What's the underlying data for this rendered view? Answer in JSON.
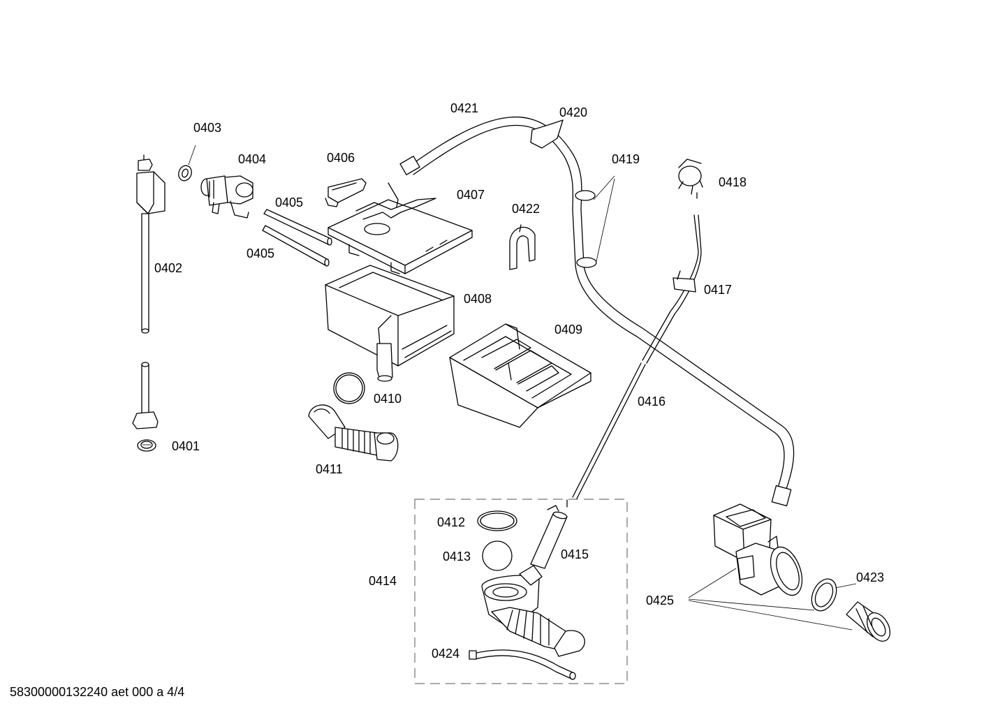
{
  "labels": {
    "p0401": "0401",
    "p0402": "0402",
    "p0403": "0403",
    "p0404": "0404",
    "p0405a": "0405",
    "p0405b": "0405",
    "p0406": "0406",
    "p0407": "0407",
    "p0408": "0408",
    "p0409": "0409",
    "p0410": "0410",
    "p0411": "0411",
    "p0412": "0412",
    "p0413": "0413",
    "p0414": "0414",
    "p0415": "0415",
    "p0416": "0416",
    "p0417": "0417",
    "p0418": "0418",
    "p0419": "0419",
    "p0420": "0420",
    "p0421": "0421",
    "p0422": "0422",
    "p0423": "0423",
    "p0424": "0424",
    "p0425": "0425"
  },
  "footer": "58300000132240 aet 000 a 4/4"
}
